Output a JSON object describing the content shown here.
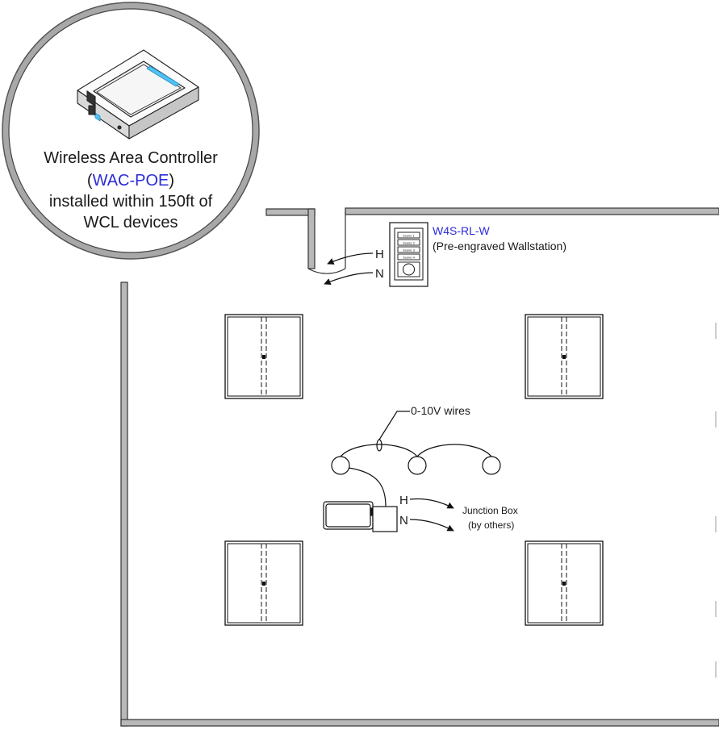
{
  "controller": {
    "line1": "Wireless Area Controller",
    "paren_open": "(",
    "model": "WAC-POE",
    "paren_close": ")",
    "line3": "installed within 150ft of",
    "line4": "WCL devices"
  },
  "wallstation": {
    "model": "W4S-RL-W",
    "description": "(Pre-engraved Wallstation)",
    "hot_label": "H",
    "neutral_label": "N",
    "button_labels": [
      "Scene 1",
      "Scene 2",
      "Scene 3",
      "Scene 4"
    ]
  },
  "wiring": {
    "wire_label": "0-10V wires",
    "hot_label": "H",
    "neutral_label": "N",
    "junction_line1": "Junction Box",
    "junction_line2": "(by others)"
  },
  "colors": {
    "model_text": "#2b2bd9",
    "wall_fill": "#b8b8b8",
    "accent_led": "#4fc3f7"
  }
}
